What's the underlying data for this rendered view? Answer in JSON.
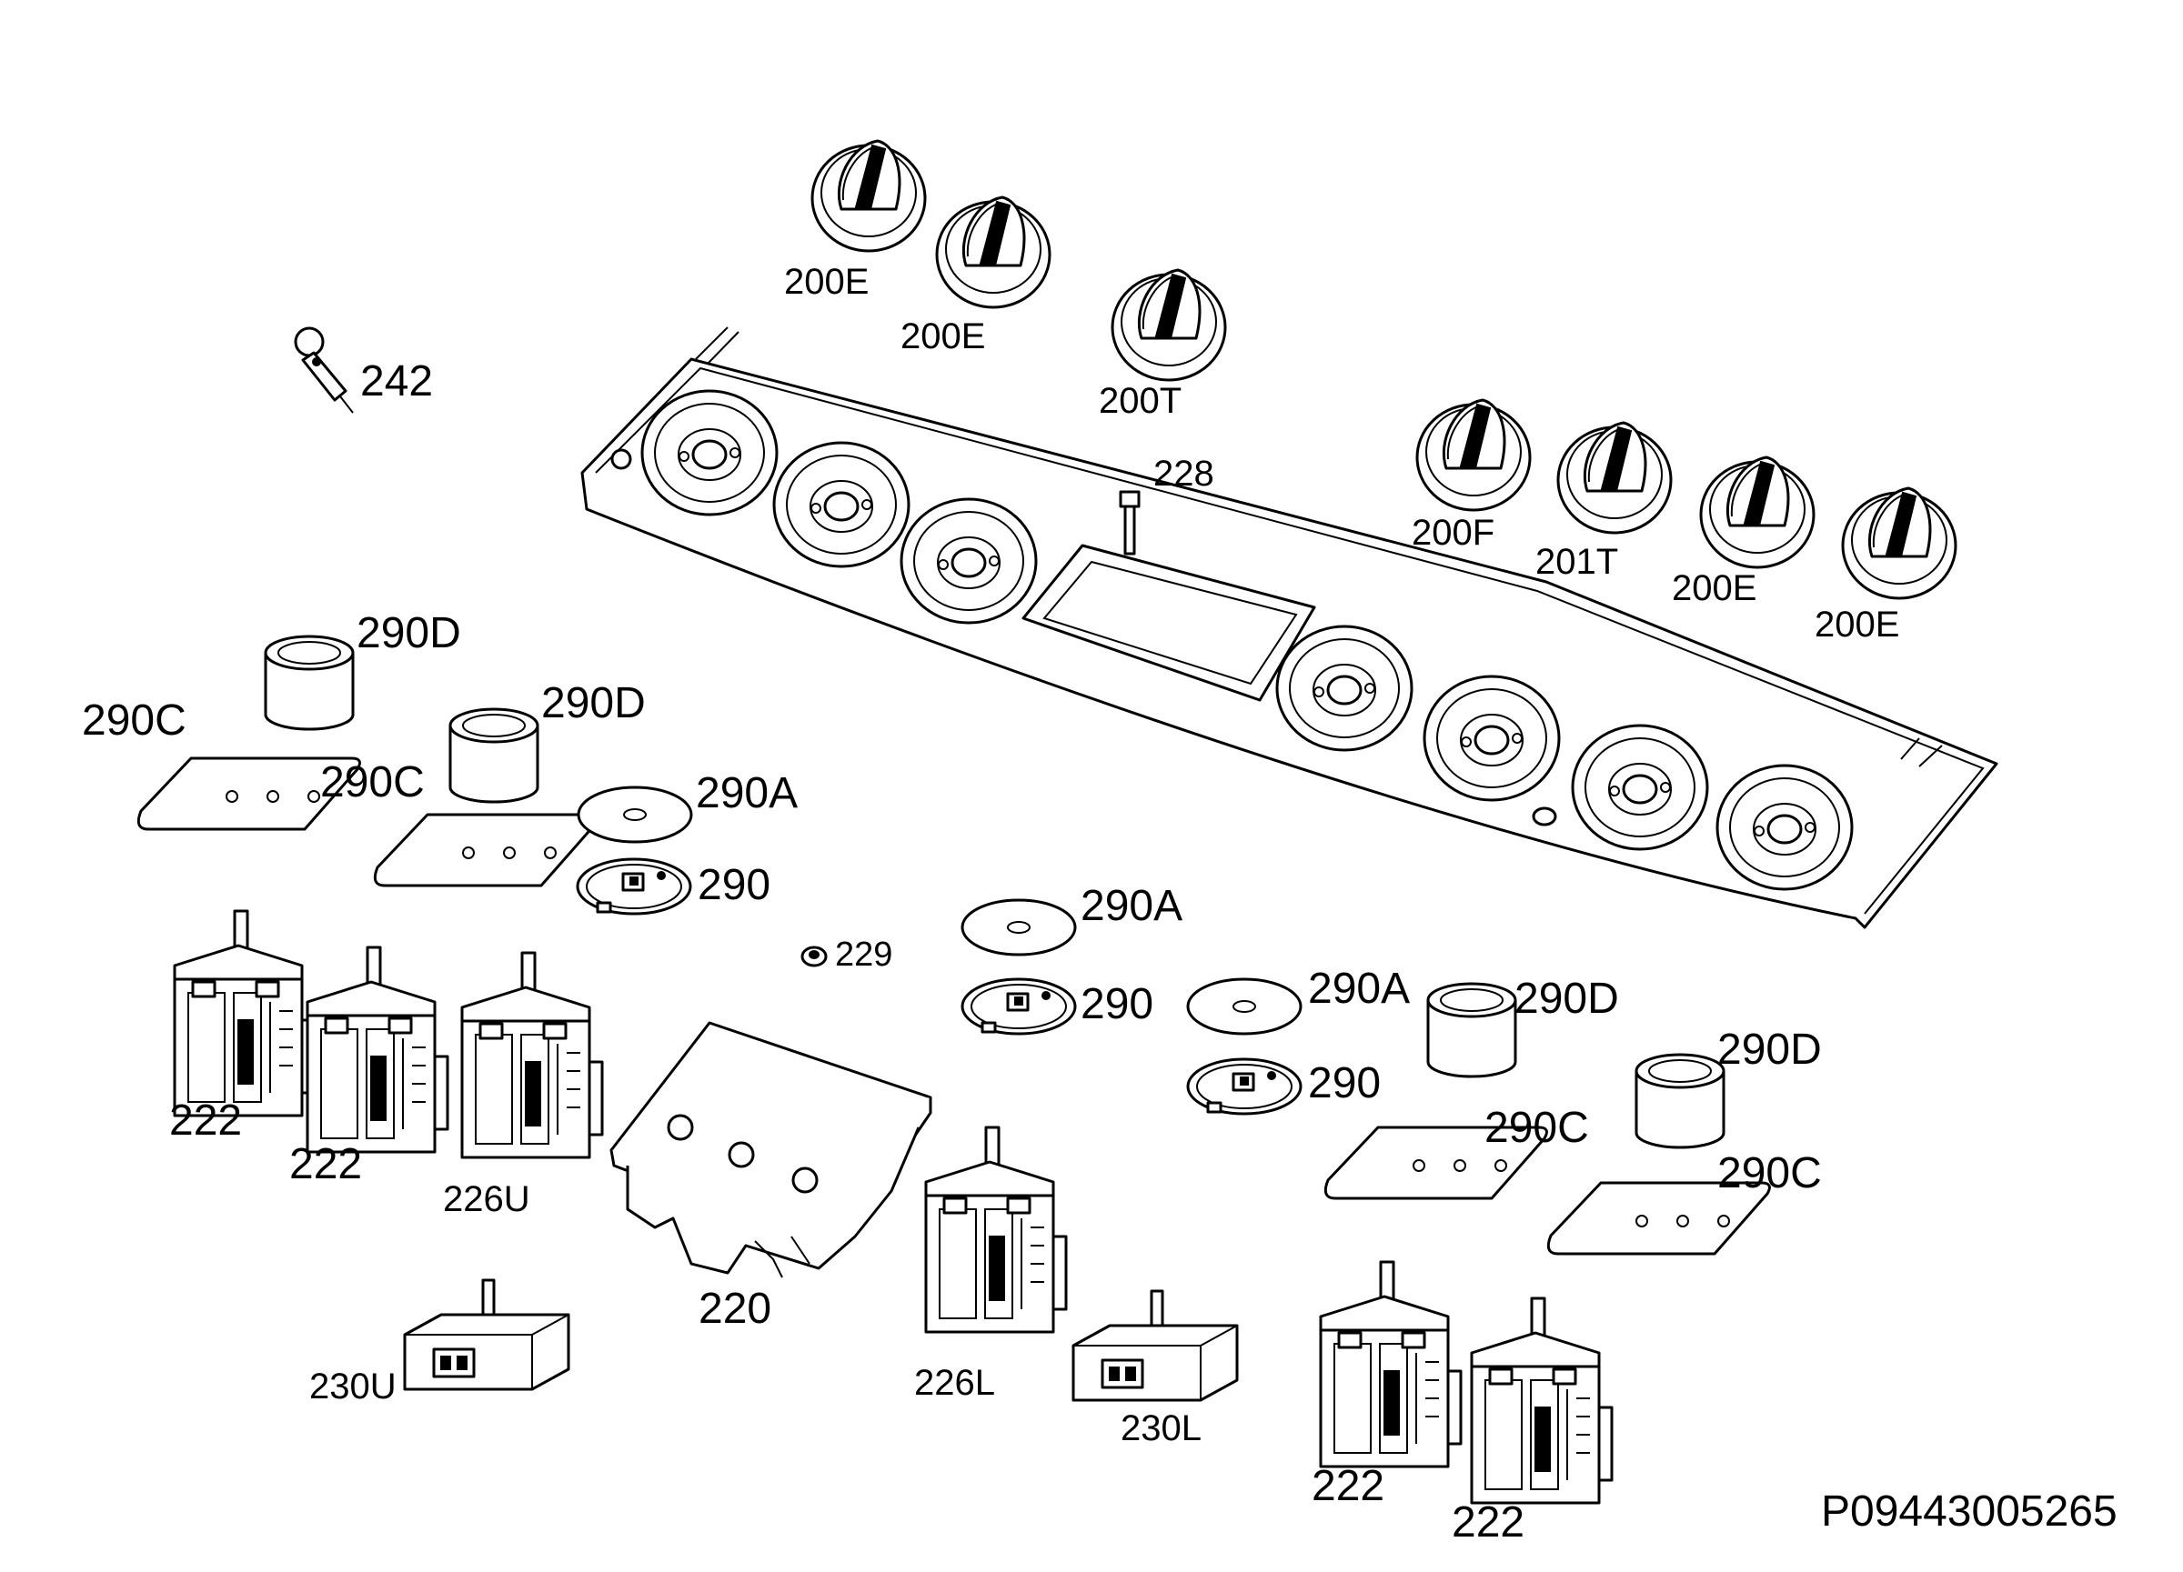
{
  "diagram": {
    "document_code": "P09443005265",
    "labels": {
      "knob_1": "200E",
      "knob_2": "200E",
      "knob_3": "200T",
      "knob_4": "200F",
      "knob_5": "201T",
      "knob_6": "200E",
      "knob_7": "200E",
      "thermo_lamp": "242",
      "screw": "228",
      "nut": "229",
      "bezel_1": "290D",
      "bezel_2": "290D",
      "bezel_3": "290D",
      "bezel_4": "290D",
      "gasket_1": "290C",
      "gasket_2": "290C",
      "gasket_3": "290C",
      "gasket_4": "290C",
      "disc_1": "290A",
      "disc_2": "290A",
      "disc_3": "290A",
      "ring_1": "290",
      "ring_2": "290",
      "ring_3": "290",
      "switch_1": "222",
      "switch_2": "222",
      "switch_3": "222",
      "switch_4": "222",
      "switch_upper": "226U",
      "switch_lower": "226L",
      "timer": "220",
      "thermostat_upper": "230U",
      "thermostat_lower": "230L"
    }
  }
}
